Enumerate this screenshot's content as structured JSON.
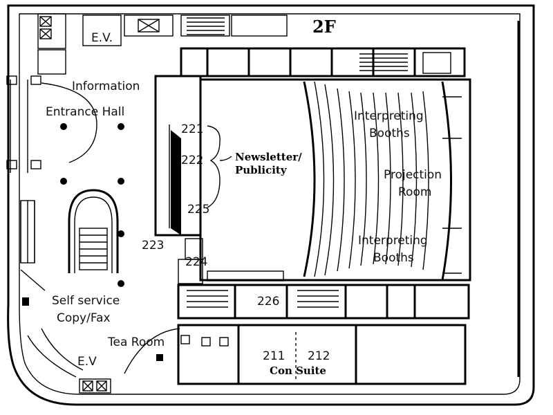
{
  "floor_label": "2F",
  "labels": {
    "ev_top": "E.V.",
    "information": "Information",
    "entrance_hall": "Entrance Hall",
    "room_221": "221",
    "room_222": "222",
    "room_225": "225",
    "room_223": "223",
    "room_224": "224",
    "room_226": "226",
    "newsletter_line1": "Newsletter/",
    "newsletter_line2": "Publicity",
    "interpreting_top_1": "Interpreting",
    "interpreting_top_2": "Booths",
    "projection_1": "Projection",
    "projection_2": "Room",
    "interpreting_bottom_1": "Interpreting",
    "interpreting_bottom_2": "Booths",
    "self_service_1": "Self service",
    "self_service_2": "Copy/Fax",
    "tea_room": "Tea Room",
    "ev_bottom": "E.V",
    "room_211": "211",
    "room_212": "212",
    "con_suite": "Con Suite"
  }
}
